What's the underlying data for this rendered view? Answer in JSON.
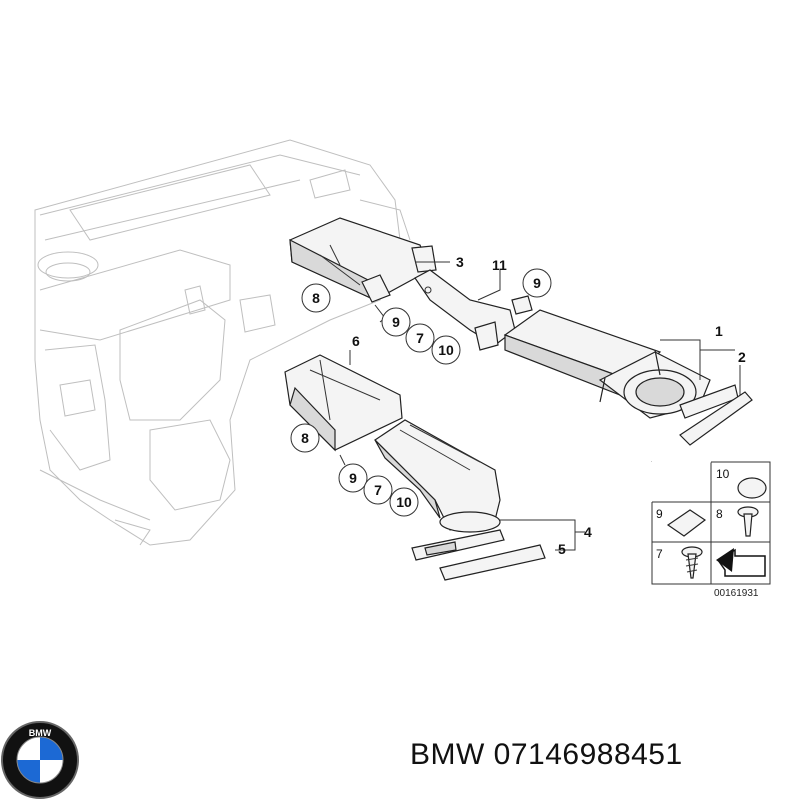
{
  "labels": {
    "l1": "1",
    "l2": "2",
    "l3": "3",
    "l4": "4",
    "l5": "5",
    "l6": "6",
    "l11": "11",
    "c8a": "8",
    "c9a": "9",
    "c7a": "7",
    "c10a": "10",
    "c9b": "9",
    "c8b": "8",
    "c9c": "9",
    "c7b": "7",
    "c10b": "10"
  },
  "legend": {
    "n10": "10",
    "n9": "9",
    "n8": "8",
    "n7": "7"
  },
  "diagram_code": "00161931",
  "logo": {
    "text": "BMW",
    "colors": {
      "blue": "#1c69d4",
      "black": "#111111",
      "white": "#ffffff"
    }
  },
  "footer": {
    "text": "BMW 07146988451"
  }
}
